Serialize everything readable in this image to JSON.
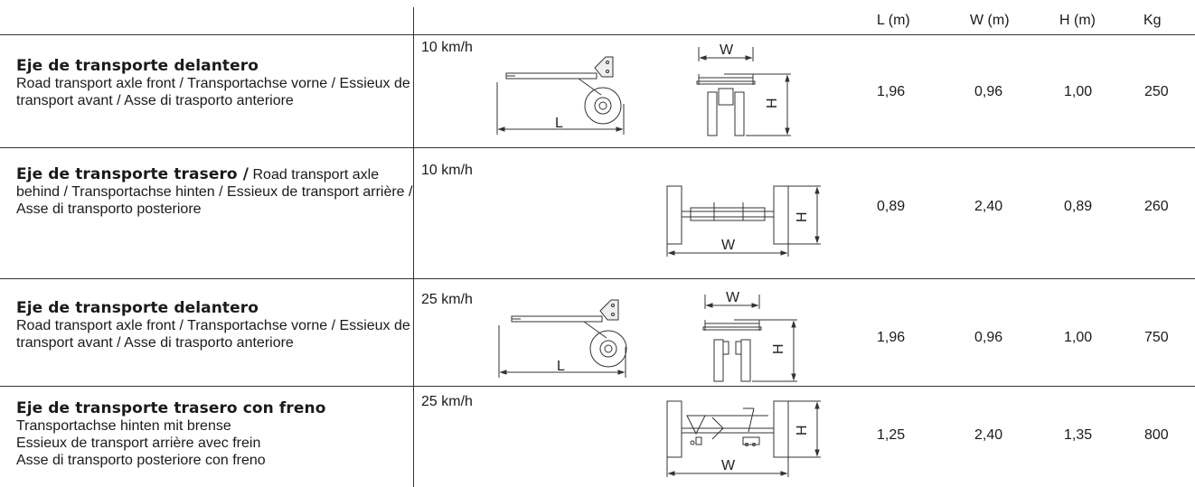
{
  "header": {
    "l": "L (m)",
    "w": "W (m)",
    "h": "H (m)",
    "kg": "Kg"
  },
  "rows": [
    {
      "title": "Eje de transporte delantero",
      "subtitle": "Road transport axle front / Transportachse vorne / Essieux de transport avant / Asse di trasporto anteriore",
      "speed": "10 km/h",
      "l": "1,96",
      "w": "0,96",
      "h": "1,00",
      "kg": "250"
    },
    {
      "title": "Eje de transporte trasero /",
      "subtitle": "Road transport axle behind / Transportachse hinten / Essieux de transport arrière / Asse di transporto posteriore",
      "speed": "10 km/h",
      "l": "0,89",
      "w": "2,40",
      "h": "0,89",
      "kg": "260"
    },
    {
      "title": "Eje de transporte delantero",
      "subtitle": "Road transport axle front / Transportachse vorne / Essieux de transport avant / Asse di trasporto anteriore",
      "speed": "25 km/h",
      "l": "1,96",
      "w": "0,96",
      "h": "1,00",
      "kg": "750"
    },
    {
      "title": "Eje de transporte trasero con freno",
      "subtitle_lines": [
        "Transportachse hinten mit brense",
        "Essieux de transport arrière avec frein",
        "Asse di transporto posteriore con freno"
      ],
      "speed": "25 km/h",
      "l": "1,25",
      "w": "2,40",
      "h": "1,35",
      "kg": "800"
    }
  ],
  "dim_labels": {
    "L": "L",
    "W": "W",
    "H": "H"
  }
}
